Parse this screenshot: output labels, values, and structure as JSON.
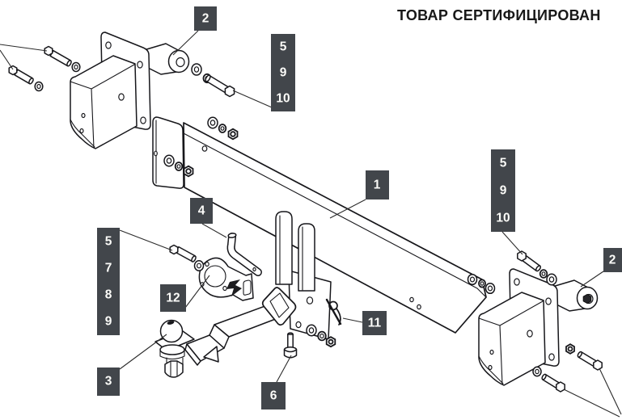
{
  "header": {
    "certification_text": "ТОВАР СЕРТИФИЦИРОВАН"
  },
  "colors": {
    "background": "#ffffff",
    "line": "#17171b",
    "callout_bg": "#42464b",
    "callout_text": "#fbfbf8"
  },
  "callouts": {
    "crossbeam": {
      "part_no": "1"
    },
    "bracket_left": {
      "part_no": "2"
    },
    "bracket_right": {
      "part_no": "2"
    },
    "ball_mount": {
      "part_no": "3"
    },
    "release_handle": {
      "part_no": "4"
    },
    "hardware_top_left": {
      "items": [
        "5",
        "9",
        "10"
      ]
    },
    "hardware_socket": {
      "items": [
        "5",
        "7",
        "8",
        "9"
      ]
    },
    "hardware_right": {
      "items": [
        "5",
        "9",
        "10"
      ]
    },
    "lock_bolt": {
      "part_no": "6"
    },
    "safety_clip": {
      "part_no": "11"
    },
    "socket_plate": {
      "part_no": "12"
    }
  }
}
